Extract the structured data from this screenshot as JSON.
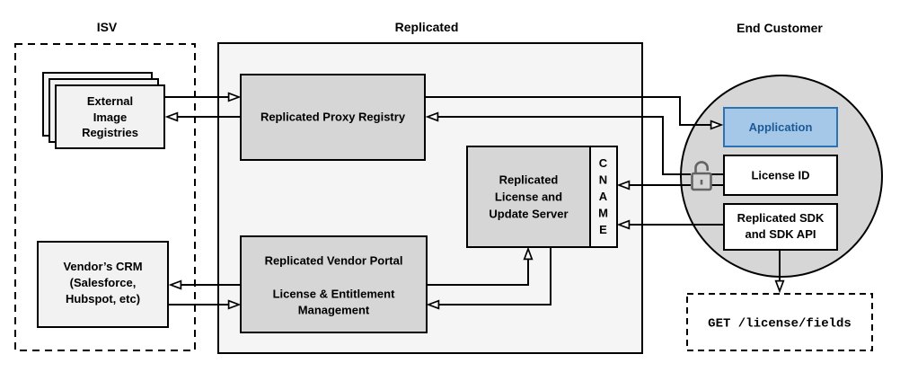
{
  "sections": {
    "isv": {
      "label": "ISV"
    },
    "replicated": {
      "label": "Replicated"
    },
    "end_customer": {
      "label": "End Customer"
    }
  },
  "nodes": {
    "external_image_registries": {
      "lines": [
        "External",
        "Image",
        "Registries"
      ]
    },
    "vendors_crm": {
      "lines": [
        "Vendor’s CRM",
        "(Salesforce,",
        "Hubspot, etc)"
      ]
    },
    "proxy_registry": {
      "label": "Replicated Proxy Registry"
    },
    "license_update_server": {
      "lines": [
        "Replicated",
        "License and",
        "Update Server"
      ]
    },
    "cname": {
      "letters": [
        "C",
        "N",
        "A",
        "M",
        "E"
      ]
    },
    "vendor_portal": {
      "lines": [
        "Replicated Vendor Portal",
        "License & Entitlement",
        "Management"
      ]
    },
    "application": {
      "label": "Application"
    },
    "license_id": {
      "label": "License ID"
    },
    "replicated_sdk": {
      "lines": [
        "Replicated SDK",
        "and SDK API"
      ]
    },
    "get_endpoint": {
      "label": "GET /license/fields"
    }
  },
  "icons": {
    "lock": "open-padlock-icon"
  },
  "colors": {
    "background": "#ffffff",
    "replicated_container_fill": "#f5f5f5",
    "gray_node_fill": "#d6d6d6",
    "isv_node_fill": "#f2f2f2",
    "customer_circle_fill": "#d6d6d6",
    "cname_fill": "#f5f5f5",
    "application_fill": "#a6c8e8",
    "application_border": "#2c73b4",
    "application_text": "#1b5a96",
    "lock_icon_gray": "#646464",
    "line_color": "#000000"
  }
}
